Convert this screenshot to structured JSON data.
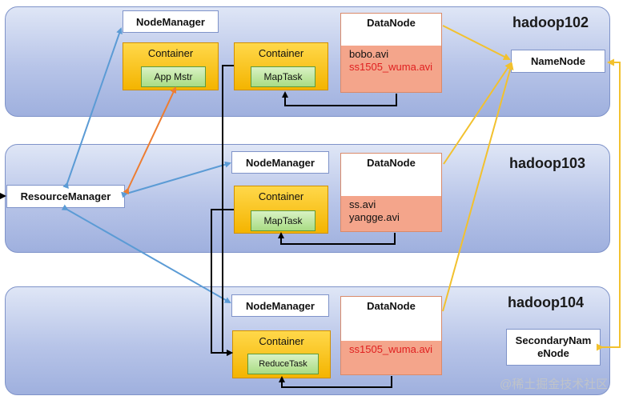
{
  "hosts": {
    "h102": "hadoop102",
    "h103": "hadoop103",
    "h104": "hadoop104"
  },
  "nodes": {
    "resource_manager": "ResourceManager",
    "name_node": "NameNode",
    "secondary_name_node": "SecondaryNameNode",
    "nm_102": "NodeManager",
    "nm_103": "NodeManager",
    "nm_104": "NodeManager"
  },
  "containers": {
    "c102a": {
      "title": "Container",
      "task": "App Mstr"
    },
    "c102b": {
      "title": "Container",
      "task": "MapTask"
    },
    "c103": {
      "title": "Container",
      "task": "MapTask"
    },
    "c104": {
      "title": "Container",
      "task": "ReduceTask"
    }
  },
  "datanodes": {
    "dn102": {
      "title": "DataNode",
      "files": [
        "bobo.avi",
        "ss1505_wuma.avi"
      ]
    },
    "dn103": {
      "title": "DataNode",
      "files": [
        "ss.avi",
        "yangge.avi"
      ]
    },
    "dn104": {
      "title": "DataNode",
      "files": [
        "ss1505_wuma.avi"
      ]
    }
  },
  "watermark": "@稀土掘金技术社区",
  "colors": {
    "link_blue": "#5b9bd5",
    "link_orange": "#ed7d31",
    "link_yellow": "#f2c12e",
    "arrow_black": "#000000",
    "file_red": "#e02020"
  }
}
